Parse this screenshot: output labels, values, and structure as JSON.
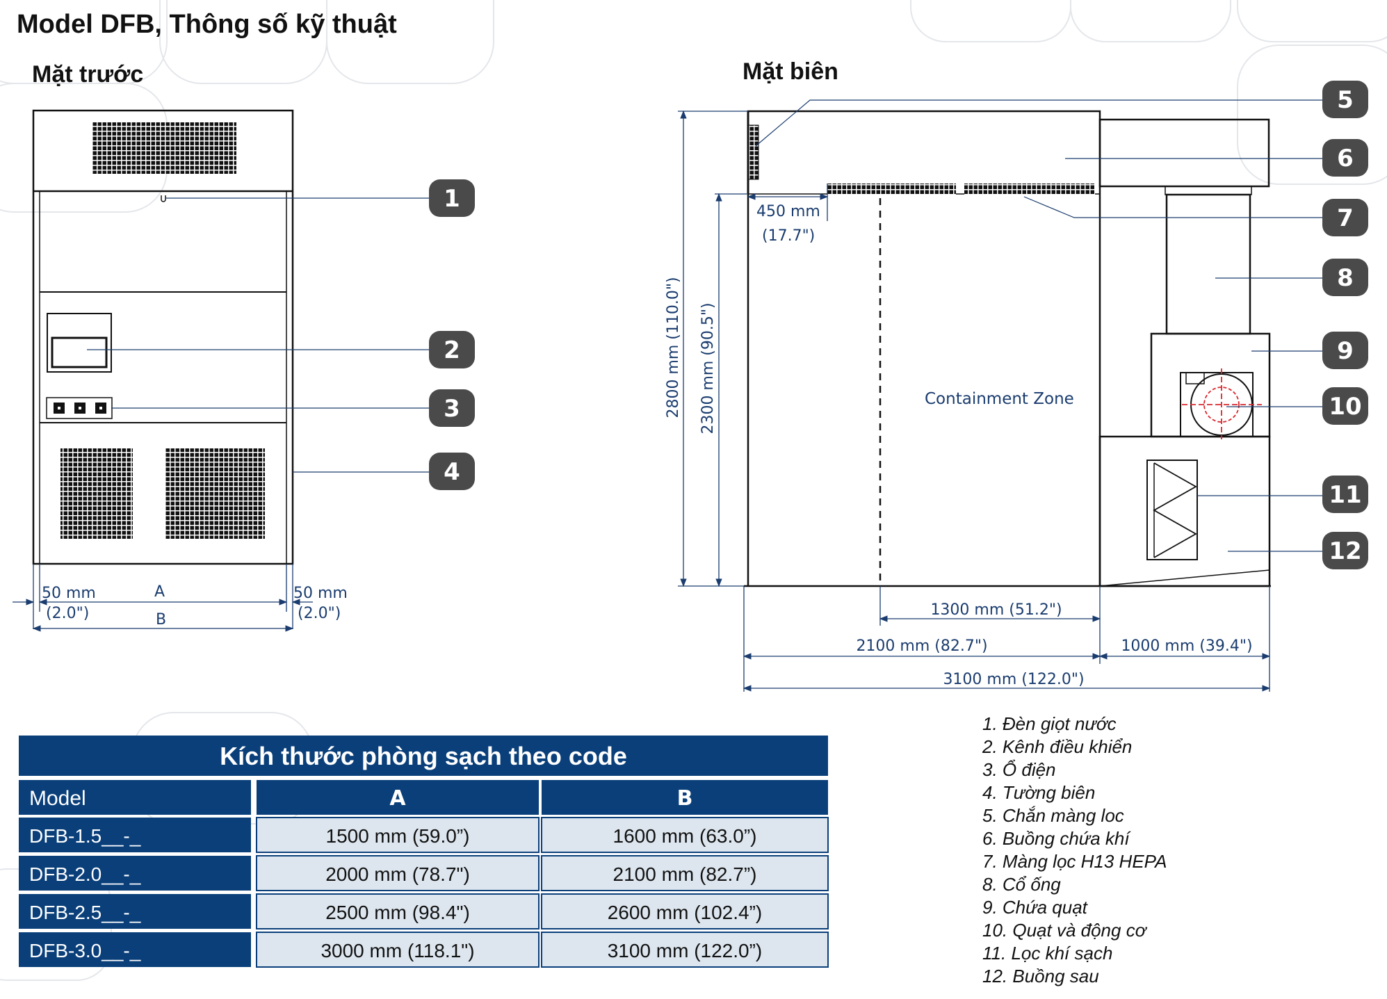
{
  "title": "Model DFB, Thông số kỹ thuật",
  "front_view_title": "Mặt trước",
  "side_view_title": "Mặt biên",
  "front_dims": {
    "left_mm": "50 mm",
    "left_in": "(2.0\")",
    "right_mm": "50 mm",
    "right_in": "(2.0\")",
    "label_a": "A",
    "label_b": "B"
  },
  "side_dims": {
    "d450_mm": "450 mm",
    "d450_in": "(17.7\")",
    "h2800": "2800 mm (110.0\")",
    "h2300": "2300 mm (90.5\")",
    "d1300": "1300 mm (51.2\")",
    "d2100": "2100 mm (82.7\")",
    "d1000": "1000 mm (39.4\")",
    "d3100": "3100 mm (122.0\")",
    "zone_label": "Containment Zone"
  },
  "badges": [
    "1",
    "2",
    "3",
    "4",
    "5",
    "6",
    "7",
    "8",
    "9",
    "10",
    "11",
    "12"
  ],
  "legend": [
    "1. Đèn giọt nước",
    "2. Kênh điều khiển",
    "3. Ổ điện",
    "4. Tường biên",
    "5. Chắn màng loc",
    "6. Buồng chứa khí",
    "7. Màng lọc H13 HEPA",
    "8. Cổ ống",
    "9. Chứa quạt",
    "10. Quạt và động cơ",
    "11. Lọc khí sạch",
    "12. Buồng sau"
  ],
  "table": {
    "title": "Kích thước phòng sạch theo code",
    "headers": [
      "Model",
      "A",
      "B"
    ],
    "rows": [
      [
        "DFB-1.5__-_",
        "1500 mm (59.0”)",
        "1600 mm (63.0”)"
      ],
      [
        "DFB-2.0__-_",
        "2000 mm (78.7\")",
        "2100 mm (82.7”)"
      ],
      [
        "DFB-2.5__-_",
        "2500 mm (98.4\")",
        "2600 mm (102.4”)"
      ],
      [
        "DFB-3.0__-_",
        "3000 mm (118.1\")",
        "3100 mm (122.0”)"
      ]
    ]
  },
  "colors": {
    "navy": "#0a3f7a",
    "badge": "#4a4a4a",
    "cell_bg": "#dde6ef",
    "line": "#1a3c6e"
  }
}
